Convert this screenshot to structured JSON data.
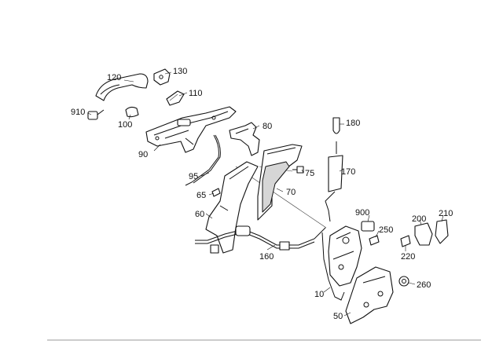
{
  "callouts": [
    {
      "id": "c120",
      "text": "120"
    },
    {
      "id": "c130",
      "text": "130"
    },
    {
      "id": "c110",
      "text": "110"
    },
    {
      "id": "c910",
      "text": "910"
    },
    {
      "id": "c100",
      "text": "100"
    },
    {
      "id": "c80",
      "text": "80"
    },
    {
      "id": "c90",
      "text": "90"
    },
    {
      "id": "c180",
      "text": "180"
    },
    {
      "id": "c95",
      "text": "95"
    },
    {
      "id": "c75",
      "text": "75"
    },
    {
      "id": "c170",
      "text": "170"
    },
    {
      "id": "c65",
      "text": "65"
    },
    {
      "id": "c70",
      "text": "70"
    },
    {
      "id": "c60",
      "text": "60"
    },
    {
      "id": "c900",
      "text": "900"
    },
    {
      "id": "c200",
      "text": "200"
    },
    {
      "id": "c210",
      "text": "210"
    },
    {
      "id": "c250",
      "text": "250"
    },
    {
      "id": "c160",
      "text": "160"
    },
    {
      "id": "c220",
      "text": "220"
    },
    {
      "id": "c260",
      "text": "260"
    },
    {
      "id": "c10",
      "text": "10"
    },
    {
      "id": "c50",
      "text": "50"
    }
  ]
}
